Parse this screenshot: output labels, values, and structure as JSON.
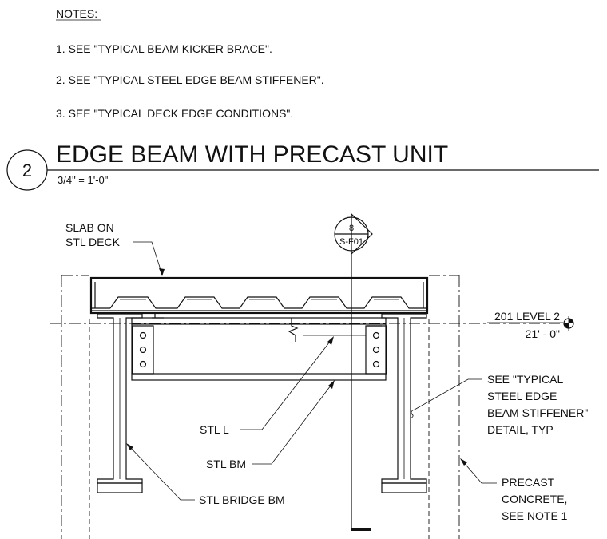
{
  "notes": {
    "heading": "NOTES:",
    "items": [
      "1.  SEE \"TYPICAL BEAM KICKER BRACE\".",
      "2.  SEE \"TYPICAL STEEL EDGE BEAM STIFFENER\".",
      "3.  SEE \"TYPICAL DECK EDGE CONDITIONS\"."
    ]
  },
  "detail": {
    "number": "2",
    "title": "EDGE BEAM WITH PRECAST UNIT",
    "scale": "3/4\" = 1'-0\""
  },
  "section_marker": {
    "number": "8",
    "sheet": "S-F01"
  },
  "level_marker": {
    "name": "201 LEVEL 2",
    "elevation": "21' - 0\""
  },
  "callouts": {
    "slab_line1": "SLAB ON",
    "slab_line2": "STL DECK",
    "stl_l": "STL L",
    "stl_bm": "STL BM",
    "bridge_bm": "STL BRIDGE BM",
    "stiffener_line1": "SEE \"TYPICAL",
    "stiffener_line2": "STEEL EDGE",
    "stiffener_line3": "BEAM STIFFENER\"",
    "stiffener_line4": "DETAIL, TYP",
    "precast_line1": "PRECAST",
    "precast_line2": "CONCRETE,",
    "precast_line3": "SEE NOTE 1"
  }
}
